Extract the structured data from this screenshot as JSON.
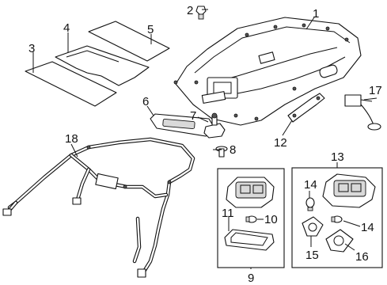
{
  "callouts": {
    "c1": "1",
    "c2": "2",
    "c3": "3",
    "c4": "4",
    "c5": "5",
    "c6": "6",
    "c7": "7",
    "c8": "8",
    "c9": "9",
    "c10": "10",
    "c11": "11",
    "c12": "12",
    "c13": "13",
    "c14a": "14",
    "c14b": "14",
    "c15": "15",
    "c16": "16",
    "c17": "17",
    "c18": "18"
  }
}
